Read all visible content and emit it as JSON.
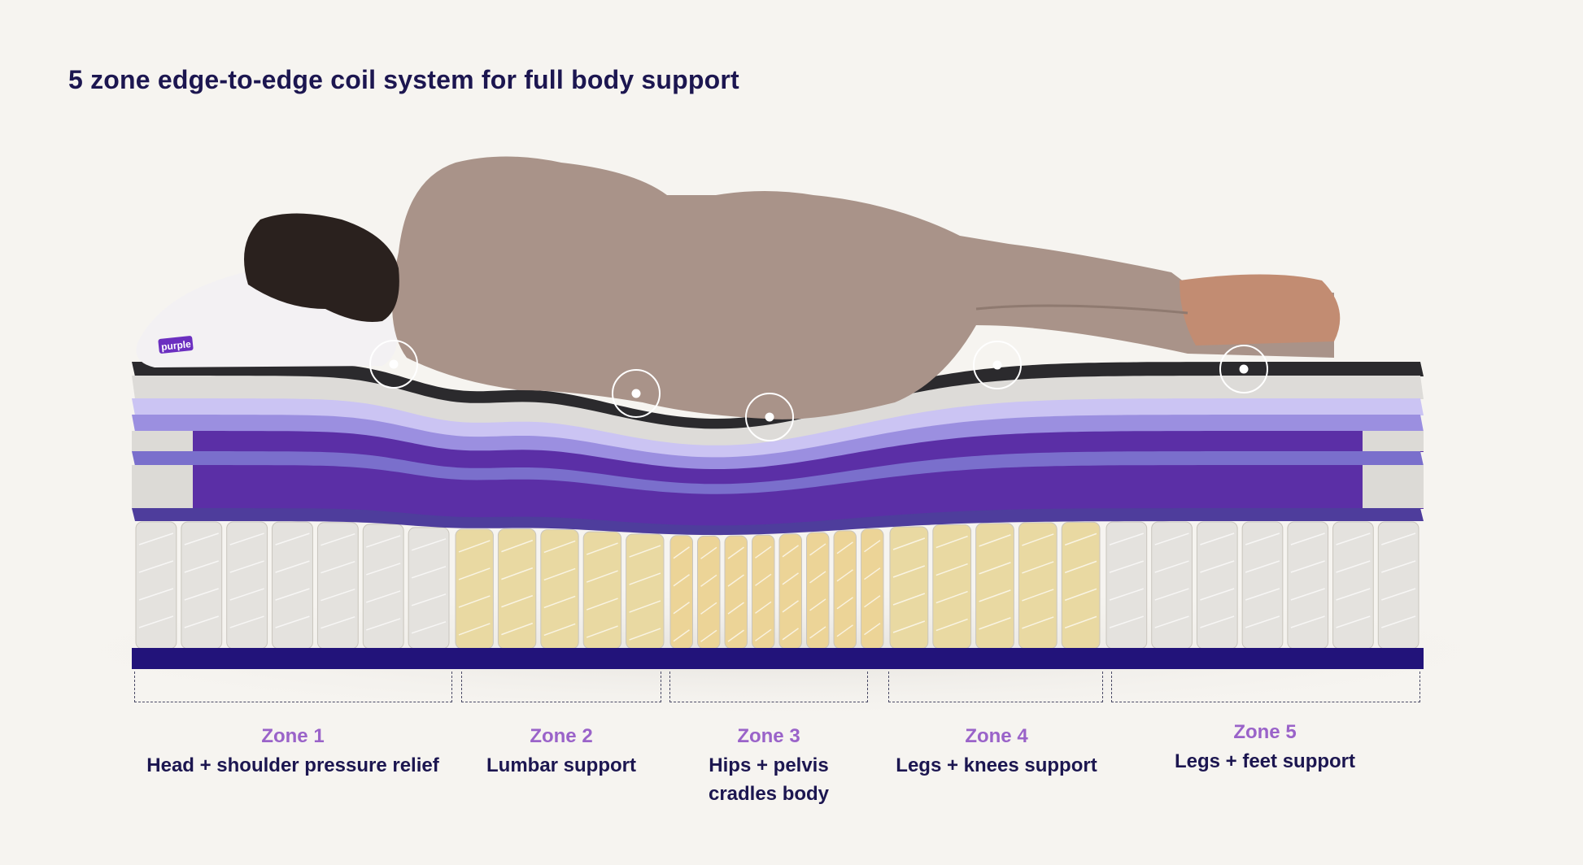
{
  "title": "5 zone edge-to-edge coil system for full body support",
  "pillow_logo": "purple",
  "colors": {
    "brand_purple": "#5b2fa6",
    "zone_label": "#9a63c9",
    "text_dark": "#1c1650",
    "base": "#22137a"
  },
  "zones": [
    {
      "label": "Zone 1",
      "description": [
        "Head + shoulder pressure relief"
      ]
    },
    {
      "label": "Zone 2",
      "description": [
        "Lumbar support"
      ]
    },
    {
      "label": "Zone 3",
      "description": [
        "Hips + pelvis",
        "cradles body"
      ]
    },
    {
      "label": "Zone 4",
      "description": [
        "Legs + knees support"
      ]
    },
    {
      "label": "Zone 5",
      "description": [
        "Legs + feet support"
      ]
    }
  ]
}
